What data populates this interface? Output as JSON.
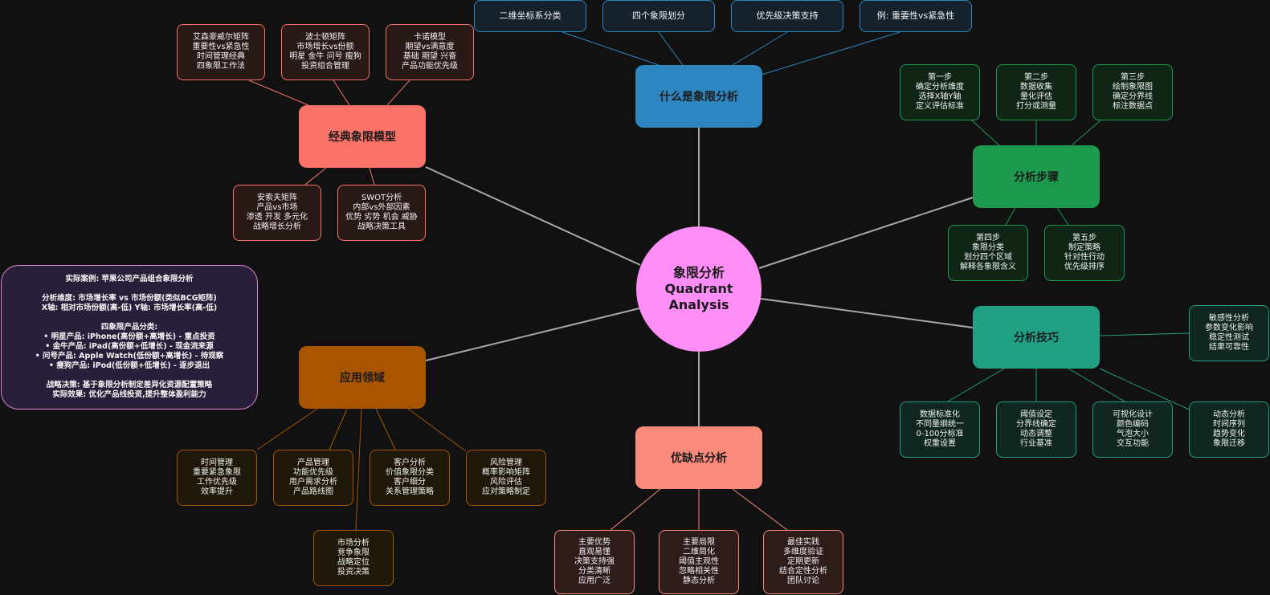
{
  "center": {
    "line1": "象限分析",
    "line2": "Quadrant Analysis"
  },
  "branches": {
    "what": {
      "title": "什么是象限分析",
      "items": [
        "二维坐标系分类",
        "四个象限划分",
        "优先级决策支持",
        "例: 重要性vs紧急性"
      ]
    },
    "classic": {
      "title": "经典象限模型",
      "items": [
        "艾森豪威尔矩阵\n重要性vs紧急性\n时间管理经典\n四象限工作法",
        "波士顿矩阵\n市场增长vs份额\n明星 金牛 问号 瘦狗\n投资组合管理",
        "卡诺模型\n期望vs满意度\n基础 期望 兴奋\n产品功能优先级",
        "安索夫矩阵\n产品vs市场\n渗透 开发 多元化\n战略增长分析",
        "SWOT分析\n内部vs外部因素\n优势 劣势 机会 威胁\n战略决策工具"
      ]
    },
    "steps": {
      "title": "分析步骤",
      "items": [
        "第一步\n确定分析维度\n选择X轴Y轴\n定义评估标准",
        "第二步\n数据收集\n量化评估\n打分或测量",
        "第三步\n绘制象限图\n确定分界线\n标注数据点",
        "第四步\n象限分类\n划分四个区域\n解释各象限含义",
        "第五步\n制定策略\n针对性行动\n优先级排序"
      ]
    },
    "tips": {
      "title": "分析技巧",
      "items": [
        "敏感性分析\n参数变化影响\n稳定性测试\n结果可靠性",
        "数据标准化\n不同量纲统一\n0-100分标准\n权重设置",
        "阈值设定\n分界线确定\n动态调整\n行业基准",
        "可视化设计\n颜色编码\n气泡大小\n交互功能",
        "动态分析\n时间序列\n趋势变化\n象限迁移"
      ]
    },
    "apps": {
      "title": "应用领域",
      "items": [
        "时间管理\n重要紧急象限\n工作优先级\n效率提升",
        "产品管理\n功能优先级\n用户需求分析\n产品路线图",
        "客户分析\n价值象限分类\n客户细分\n关系管理策略",
        "风险管理\n概率影响矩阵\n风险评估\n应对策略制定",
        "市场分析\n竞争象限\n战略定位\n投资决策"
      ]
    },
    "pros": {
      "title": "优缺点分析",
      "items": [
        "主要优势\n直观易懂\n决策支持强\n分类清晰\n应用广泛",
        "主要局限\n二维简化\n阈值主观性\n忽略相关性\n静态分析",
        "最佳实践\n多维度验证\n定期更新\n结合定性分析\n团队讨论"
      ]
    }
  },
  "case": {
    "text": "实际案例: 苹果公司产品组合象限分析\n\n分析维度: 市场增长率 vs 市场份额(类似BCG矩阵)\nX轴: 相对市场份额(高-低) Y轴: 市场增长率(高-低)\n\n四象限产品分类:\n• 明星产品: iPhone(高份额+高增长) - 重点投资\n• 金牛产品: iPad(高份额+低增长) - 现金流来源\n• 问号产品: Apple Watch(低份额+高增长) - 待观察\n• 瘦狗产品: iPod(低份额+低增长) - 逐步退出\n\n战略决策: 基于象限分析制定差异化资源配置策略\n实际效果: 优化产品线投资,提升整体盈利能力"
  },
  "colors": {
    "center": "#ff8ef9",
    "what": "#2e86c1",
    "classic": "#fa7268",
    "steps": "#1e9a4e",
    "tips": "#20a085",
    "apps": "#a85400",
    "pros": "#fa8a7a",
    "case_border": "#d98ad6"
  }
}
